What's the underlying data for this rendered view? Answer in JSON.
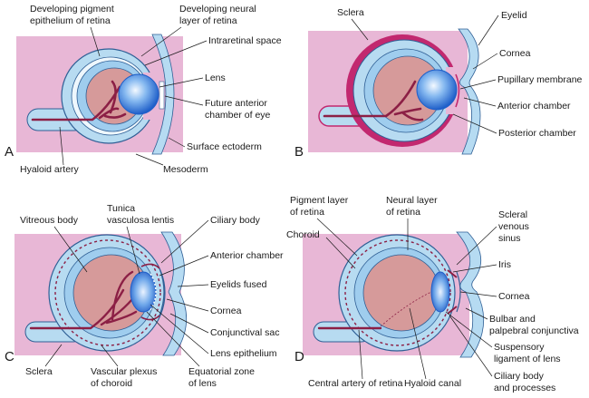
{
  "colors": {
    "background": "#ffffff",
    "mesoderm": "#e8b7d6",
    "pigment_layer": "#b7dbf1",
    "neural_layer": "#9fcdee",
    "outline_blue": "#2f5f95",
    "vitreous": "#d69a9a",
    "hyaloid_vessel": "#8c1f45",
    "sclera": "#c2286f",
    "lens_center": "#eaf4ff",
    "lens_edge": "#1f5fc9",
    "ectoderm": "#b6dbf2"
  },
  "panels": [
    {
      "letter": "A",
      "labels": [
        {
          "text": "Developing pigment"
        },
        {
          "text": "epithelium of retina"
        },
        {
          "text": "Developing neural"
        },
        {
          "text": "layer of retina"
        },
        {
          "text": "Intraretinal space"
        },
        {
          "text": "Lens"
        },
        {
          "text": "Future anterior"
        },
        {
          "text": "chamber of eye"
        },
        {
          "text": "Surface ectoderm"
        },
        {
          "text": "Hyaloid artery"
        },
        {
          "text": "Mesoderm"
        }
      ]
    },
    {
      "letter": "B",
      "labels": [
        {
          "text": "Sclera"
        },
        {
          "text": "Eyelid"
        },
        {
          "text": "Cornea"
        },
        {
          "text": "Pupillary membrane"
        },
        {
          "text": "Anterior chamber"
        },
        {
          "text": "Posterior chamber"
        }
      ]
    },
    {
      "letter": "C",
      "labels": [
        {
          "text": "Tunica"
        },
        {
          "text": "vasculosa lentis"
        },
        {
          "text": "Vitreous body"
        },
        {
          "text": "Ciliary body"
        },
        {
          "text": "Anterior chamber"
        },
        {
          "text": "Eyelids fused"
        },
        {
          "text": "Cornea"
        },
        {
          "text": "Conjunctival sac"
        },
        {
          "text": "Lens epithelium"
        },
        {
          "text": "Sclera"
        },
        {
          "text": "Vascular plexus"
        },
        {
          "text": "of choroid"
        },
        {
          "text": "Equatorial zone"
        },
        {
          "text": "of lens"
        }
      ]
    },
    {
      "letter": "D",
      "labels": [
        {
          "text": "Pigment layer"
        },
        {
          "text": "of retina"
        },
        {
          "text": "Neural layer"
        },
        {
          "text": "of retina"
        },
        {
          "text": "Scleral"
        },
        {
          "text": "venous"
        },
        {
          "text": "sinus"
        },
        {
          "text": "Choroid"
        },
        {
          "text": "Iris"
        },
        {
          "text": "Cornea"
        },
        {
          "text": "Bulbar and"
        },
        {
          "text": "palpebral conjunctiva"
        },
        {
          "text": "Suspensory"
        },
        {
          "text": "ligament of lens"
        },
        {
          "text": "Ciliary body"
        },
        {
          "text": "and processes"
        },
        {
          "text": "Central artery of retina"
        },
        {
          "text": "Hyaloid canal"
        }
      ]
    }
  ]
}
